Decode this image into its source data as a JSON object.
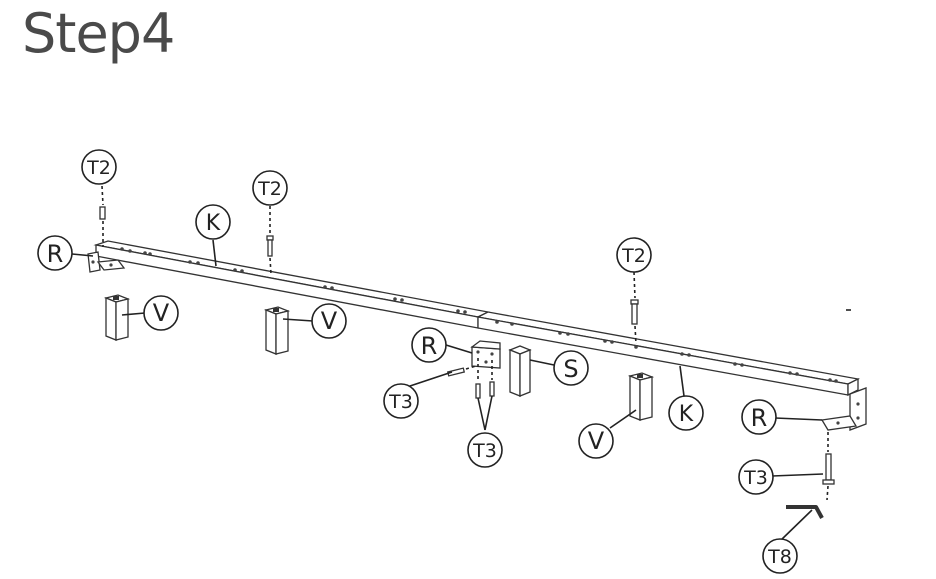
{
  "title": "Step4",
  "callouts": {
    "t2_a": "T2",
    "t2_b": "T2",
    "t2_c": "T2",
    "k_a": "K",
    "k_b": "K",
    "r_a": "R",
    "r_b": "R",
    "r_c": "R",
    "v_a": "V",
    "v_b": "V",
    "v_c": "V",
    "s": "S",
    "t3_a": "T3",
    "t3_b": "T3",
    "t3_c": "T3",
    "t8": "T8"
  }
}
